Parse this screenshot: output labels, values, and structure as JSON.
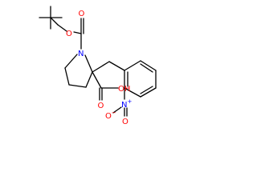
{
  "molecule": {
    "atoms": {
      "boc_o_carbonyl": "O",
      "boc_o_ester": "O",
      "ring_n": "N",
      "acid_oh": "OH",
      "acid_o": "O",
      "nitro_n": "N",
      "nitro_n_charge": "+",
      "nitro_o_top": "O",
      "nitro_o_bottom": "O",
      "nitro_o_charge": "−"
    },
    "colors": {
      "oxygen": "#ff0000",
      "nitrogen": "#0000ff",
      "bond": "#000000"
    }
  }
}
